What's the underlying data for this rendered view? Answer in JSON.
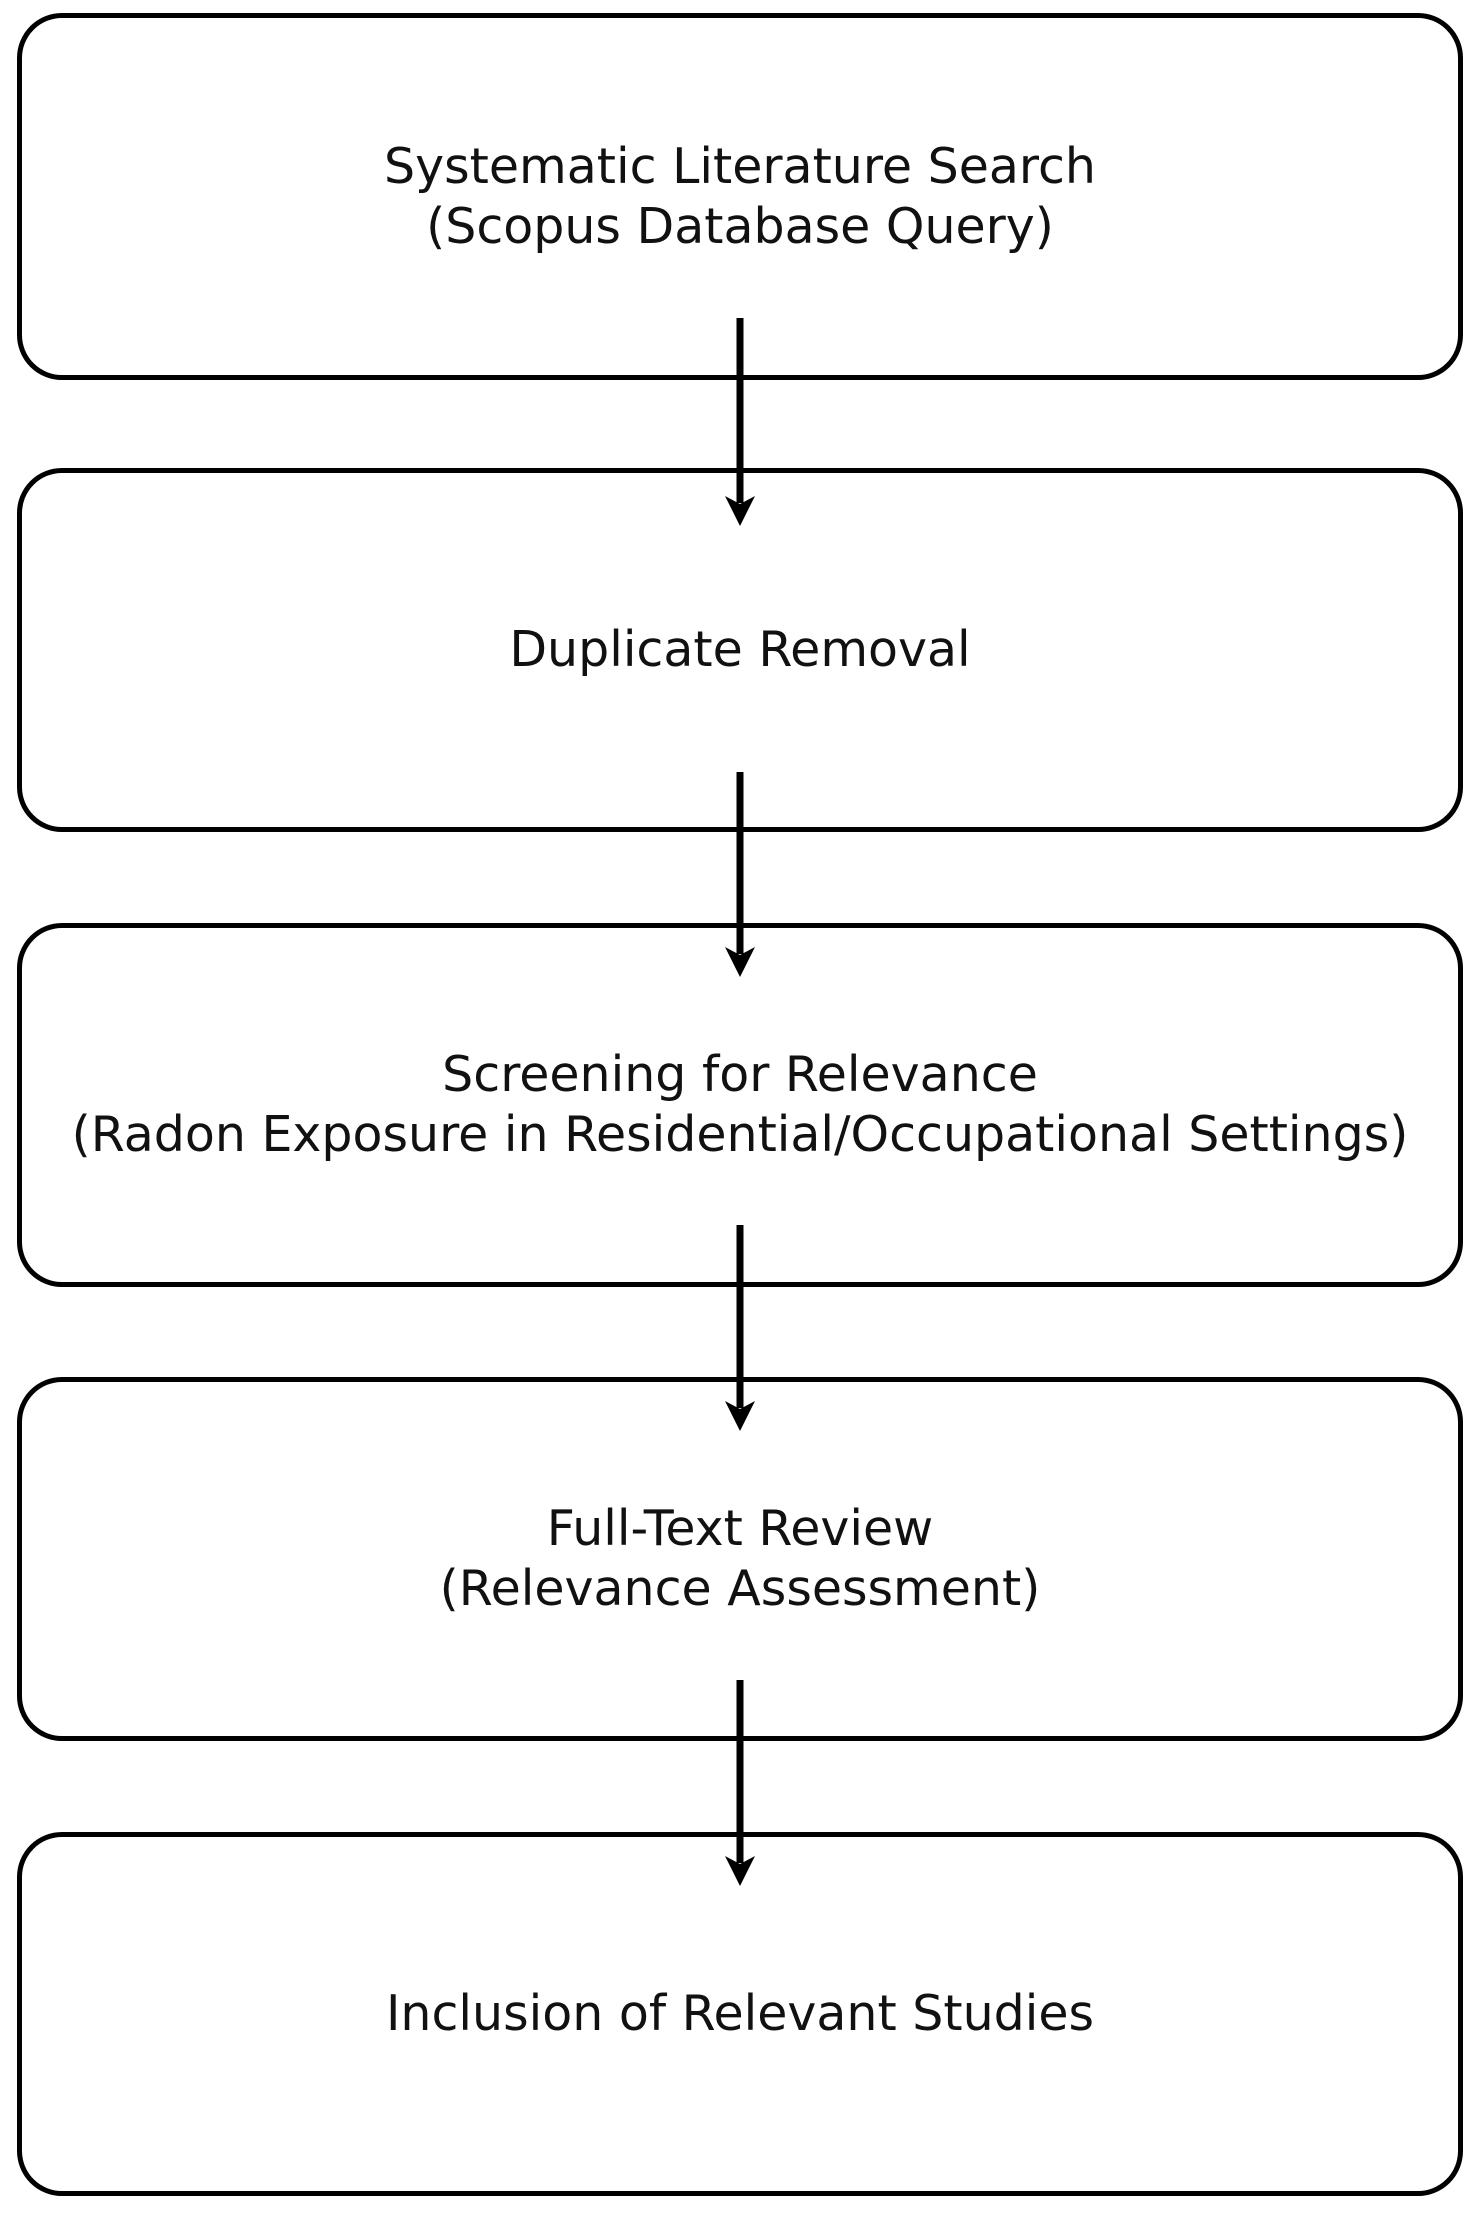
{
  "diagram": {
    "type": "flowchart",
    "direction": "top-down",
    "boxes": [
      {
        "id": "literature-search",
        "lines": [
          "Systematic Literature Search",
          "(Scopus Database Query)"
        ]
      },
      {
        "id": "duplicate-removal",
        "lines": [
          "Duplicate Removal"
        ]
      },
      {
        "id": "screening",
        "lines": [
          "Screening for Relevance",
          "(Radon Exposure in Residential/Occupational Settings)"
        ]
      },
      {
        "id": "full-text-review",
        "lines": [
          "Full-Text Review",
          "(Relevance Assessment)"
        ]
      },
      {
        "id": "inclusion",
        "lines": [
          "Inclusion of Relevant Studies"
        ]
      }
    ],
    "connections": [
      {
        "from": "literature-search",
        "to": "duplicate-removal"
      },
      {
        "from": "duplicate-removal",
        "to": "screening"
      },
      {
        "from": "screening",
        "to": "full-text-review"
      },
      {
        "from": "full-text-review",
        "to": "inclusion"
      }
    ],
    "colors": {
      "background": "#ffffff",
      "box_border": "#000000",
      "text": "#111111",
      "arrow": "#000000"
    }
  }
}
